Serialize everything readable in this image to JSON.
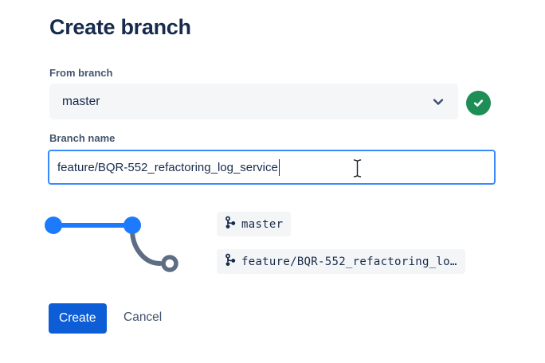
{
  "dialog": {
    "title": "Create branch",
    "from_branch": {
      "label": "From branch",
      "selected_value": "master",
      "dropdown_icon": "chevron-down-icon",
      "validation_icon": "check-circle-icon",
      "validation_state": "valid"
    },
    "branch_name": {
      "label": "Branch name",
      "value": "feature/BQR-552_refactoring_log_service",
      "focused": true
    },
    "graph": {
      "source_branch": {
        "icon": "git-branch-icon",
        "label": "master"
      },
      "target_branch": {
        "icon": "git-branch-icon",
        "label": "feature/BQR-552_refactoring_lo…"
      }
    },
    "actions": {
      "create_label": "Create",
      "cancel_label": "Cancel"
    },
    "cursor": "text-ibeam-cursor"
  },
  "colors": {
    "title_text": "#172B4D",
    "label_text": "#44546F",
    "field_background": "#F5F6F8",
    "focus_border": "#388BFF",
    "success_green": "#1E8E57",
    "graph_blue": "#1D7AFC",
    "graph_gray": "#5E6C84",
    "primary_button_blue": "#0C5DD6"
  }
}
